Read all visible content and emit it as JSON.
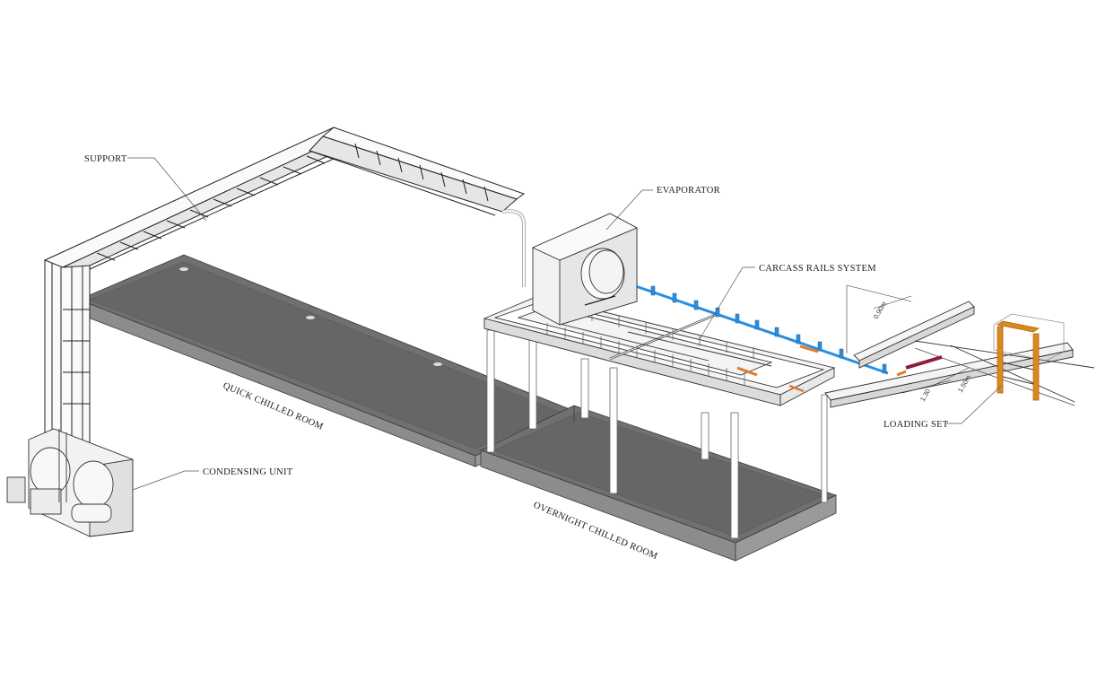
{
  "labels": {
    "support": "SUPPORT",
    "evaporator": "EVAPORATOR",
    "carcass_rails": "CARCASS RAILS SYSTEM",
    "condensing_unit": "CONDENSING UNIT",
    "quick_room": "QUICK CHILLED ROOM",
    "overnight_room": "OVERNIGHT CHILLED ROOM",
    "loading_set": "LOADING SET"
  },
  "dimensions": {
    "d1": "0.90m",
    "d2": "1.30",
    "d3": "1.50m"
  },
  "colors": {
    "floor_top": "#6e6e6e",
    "floor_side": "#8a8a8a",
    "floor_edge": "#4a4a4a",
    "rail_blue": "#2a8fe0",
    "hook_orange": "#e07a2a",
    "loading_orange": "#d98a1f",
    "hook_maroon": "#8b1f3a"
  }
}
